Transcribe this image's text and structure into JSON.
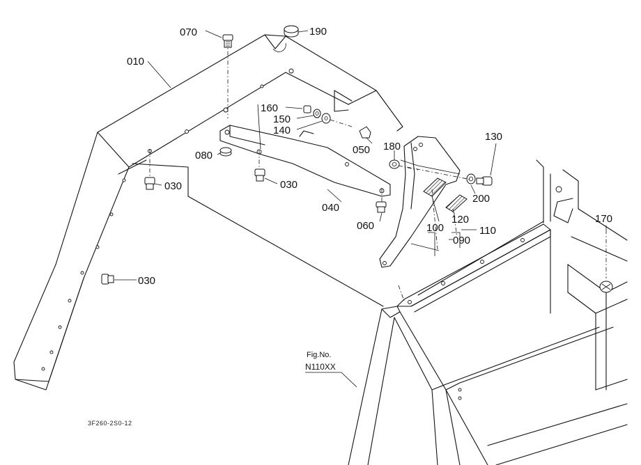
{
  "labels": {
    "p010": "010",
    "p070": "070",
    "p190": "190",
    "p160": "160",
    "p150": "150",
    "p140": "140",
    "p050": "050",
    "p180": "180",
    "p130": "130",
    "p080": "080",
    "p030a": "030",
    "p030b": "030",
    "p030c": "030",
    "p040": "040",
    "p060": "060",
    "p200": "200",
    "p100": "100",
    "p120": "120",
    "p110": "110",
    "p090": "090",
    "p170": "170"
  },
  "fig": {
    "label": "Fig.No.",
    "number": "N110XX"
  },
  "footer_code": "3F260-2S0-12"
}
